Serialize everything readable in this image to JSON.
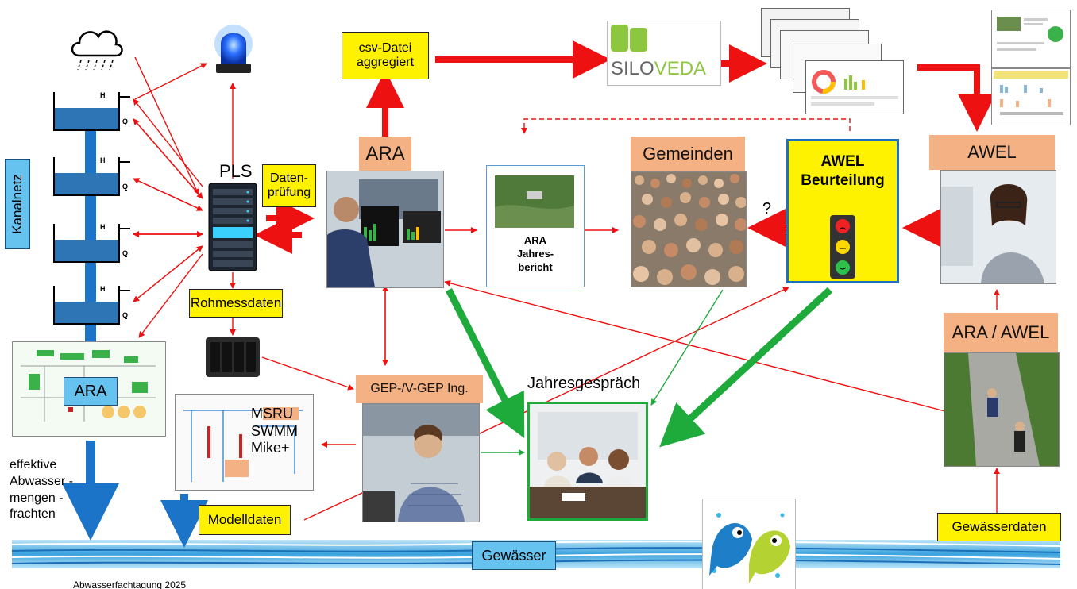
{
  "labels": {
    "csv": "csv-Datei aggregiert",
    "siloveda_a": "SILO",
    "siloveda_b": "VEDA",
    "ara_top": "ARA",
    "gemeinden": "Gemeinden",
    "awel_beurteilung": "AWEL Beurteilung",
    "awel": "AWEL",
    "pls": "PLS",
    "datenpruefung": "Daten-prüfung",
    "kanalnetz": "Kanalnetz",
    "rohmessdaten": "Rohmessdaten",
    "ara_report_1": "ARA",
    "ara_report_2": "Jahres-",
    "ara_report_3": "bericht",
    "question": "?",
    "ara_awel": "ARA / AWEL",
    "gep": "GEP-/V-GEP Ing.",
    "jahresgespraech": "Jahresgespräch",
    "models": "MSRU SWMM Mike+",
    "ara_plan": "ARA",
    "effektive": "effektive Abwasser -mengen -frachten",
    "modelldaten": "Modelldaten",
    "gewaesserdaten": "Gewässerdaten",
    "gewaesser": "Gewässer",
    "footer": "Abwasserfachtagung 2025",
    "tank_h": "H",
    "tank_q": "Q"
  },
  "icons": {
    "cloud": "cloud-rain-icon",
    "siren": "siren-light-icon",
    "server": "server-rack-icon",
    "nas": "storage-box-icon",
    "traffic": "traffic-light-icon",
    "fish": "fish-icon"
  },
  "colors": {
    "red_arrow": "#ee1111",
    "green_arrow": "#1faa3c",
    "blue_arrow": "#1b74c8",
    "yellow_box": "#fff200",
    "salmon_box": "#f4b183",
    "awel_border": "#1f6fc0"
  }
}
